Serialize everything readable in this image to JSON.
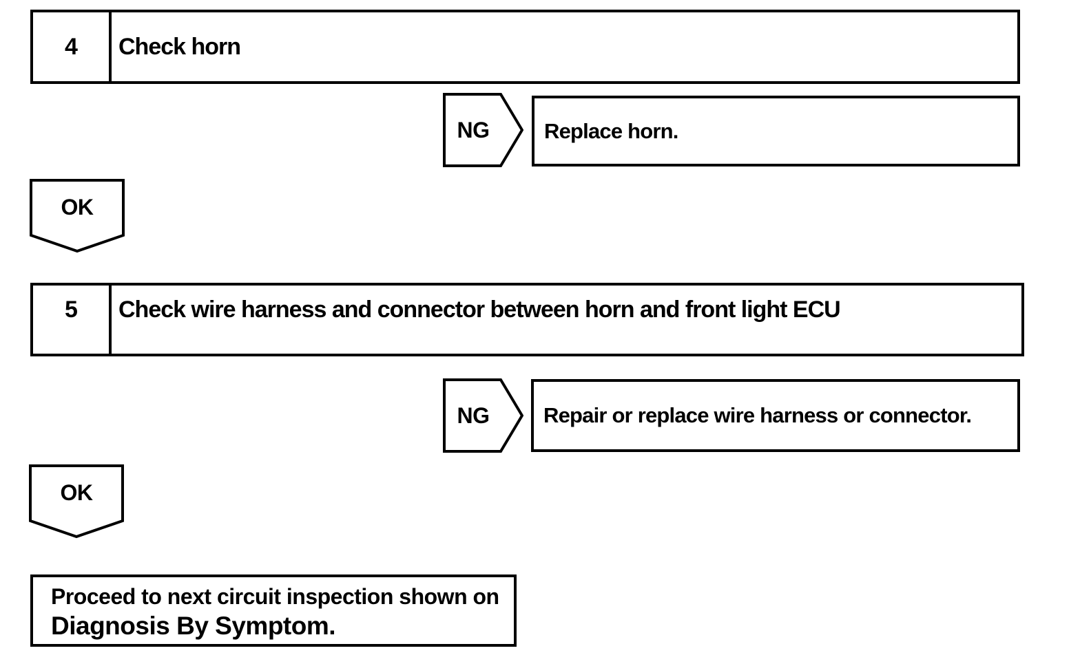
{
  "colors": {
    "ink": "#000000",
    "paper": "#ffffff"
  },
  "flowchart": {
    "steps": [
      {
        "number": "4",
        "title": "Check horn",
        "ng": {
          "label": "NG",
          "action": "Replace horn."
        },
        "ok": {
          "label": "OK"
        }
      },
      {
        "number": "5",
        "title": "Check wire harness and connector between horn and front light ECU",
        "ng": {
          "label": "NG",
          "action": "Repair or replace wire harness or connector."
        },
        "ok": {
          "label": "OK"
        }
      }
    ],
    "final_instruction": {
      "line1": "Proceed to next circuit inspection shown on",
      "line2": "Diagnosis By Symptom."
    }
  }
}
